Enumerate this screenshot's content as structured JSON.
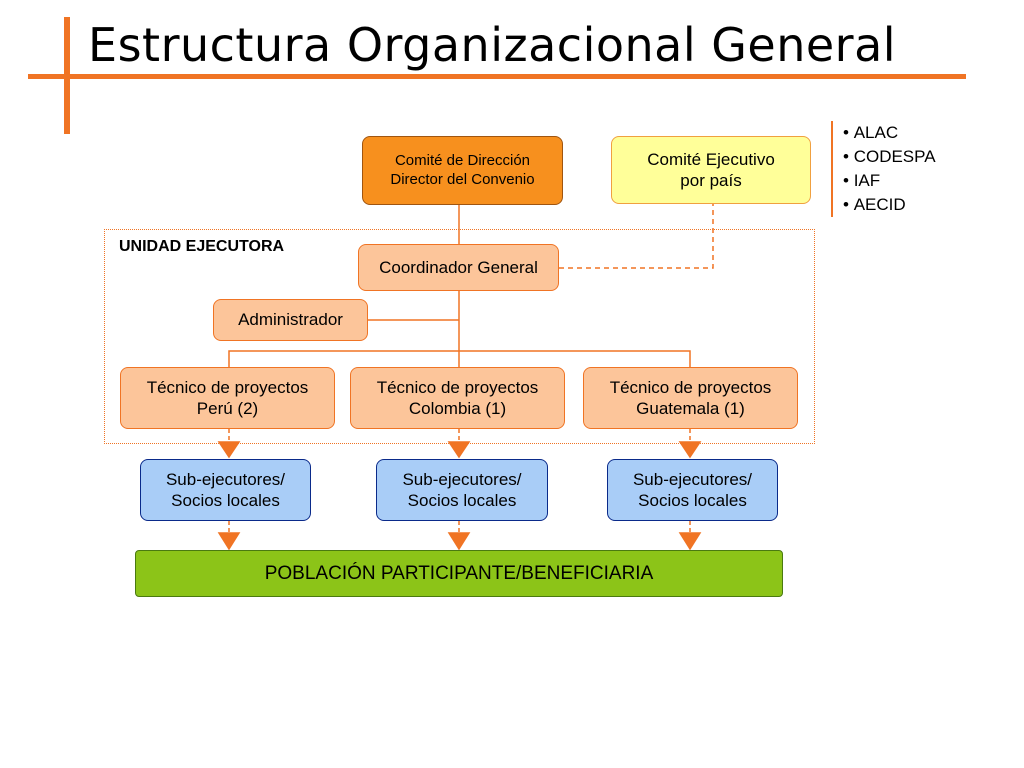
{
  "title": "Estructura Organizacional General",
  "comite_direccion": {
    "line1": "Comité de Dirección",
    "line2": "Director del Convenio"
  },
  "comite_ejecutivo": {
    "line1": "Comité Ejecutivo",
    "line2": "por país"
  },
  "members": [
    "ALAC",
    "CODESPA",
    "IAF",
    "AECID"
  ],
  "unidad_ejecutora": "UNIDAD EJECUTORA",
  "coordinador": "Coordinador General",
  "administrador": "Administrador",
  "tecnicos": [
    {
      "line1": "Técnico de proyectos",
      "line2": "Perú (2)"
    },
    {
      "line1": "Técnico de proyectos",
      "line2": "Colombia  (1)"
    },
    {
      "line1": "Técnico de proyectos",
      "line2": "Guatemala (1)"
    }
  ],
  "sub_ejecutores": [
    {
      "line1": "Sub-ejecutores/",
      "line2": "Socios locales"
    },
    {
      "line1": "Sub-ejecutores/",
      "line2": "Socios locales"
    },
    {
      "line1": "Sub-ejecutores/",
      "line2": "Socios locales"
    }
  ],
  "poblacion": "POBLACIÓN PARTICIPANTE/BENEFICIARIA",
  "colors": {
    "accent": "#f07424",
    "director": "#f7901e",
    "ejecutivo": "#ffff99",
    "unidad_box": "#fcc59a",
    "sub": "#a9cdf7",
    "poblacion": "#8cc418"
  }
}
